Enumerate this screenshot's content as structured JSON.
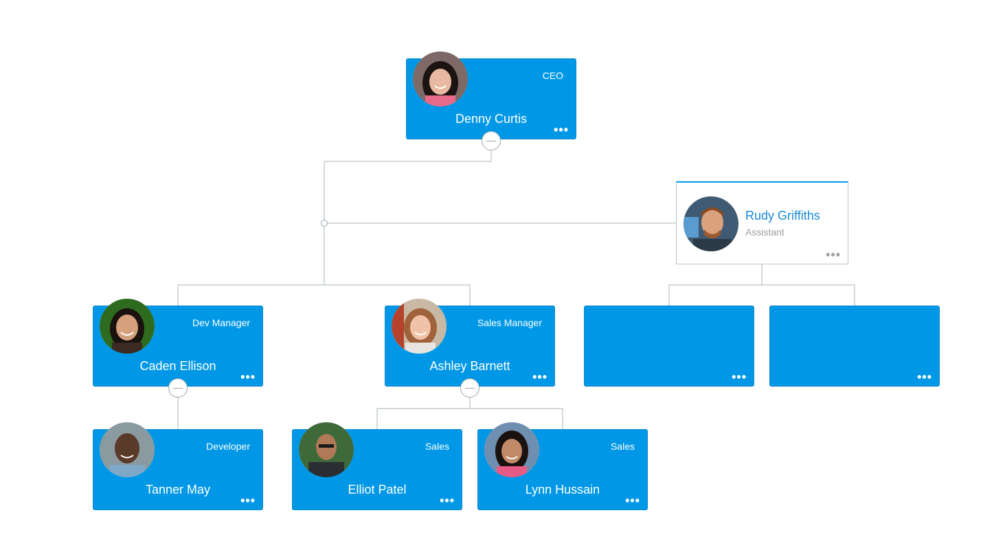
{
  "colors": {
    "node_fill": "#0098e6",
    "connector": "#9aa6ae",
    "assistant_name": "#1a8ad6"
  },
  "more_glyph": "•••",
  "nodes": [
    {
      "id": "denny",
      "name": "Denny Curtis",
      "title": "CEO",
      "avatar_icon": "woman-photo"
    },
    {
      "id": "caden",
      "name": "Caden Ellison",
      "title": "Dev Manager",
      "avatar_icon": "woman-photo"
    },
    {
      "id": "ashley",
      "name": "Ashley Barnett",
      "title": "Sales Manager",
      "avatar_icon": "woman-photo"
    },
    {
      "id": "tanner",
      "name": "Tanner May",
      "title": "Developer",
      "avatar_icon": "man-photo"
    },
    {
      "id": "elliot",
      "name": "Elliot Patel",
      "title": "Sales",
      "avatar_icon": "man-photo"
    },
    {
      "id": "lynn",
      "name": "Lynn Hussain",
      "title": "Sales",
      "avatar_icon": "woman-photo"
    }
  ],
  "assistant": {
    "name": "Rudy Griffiths",
    "title": "Assistant",
    "avatar_icon": "man-photo"
  }
}
